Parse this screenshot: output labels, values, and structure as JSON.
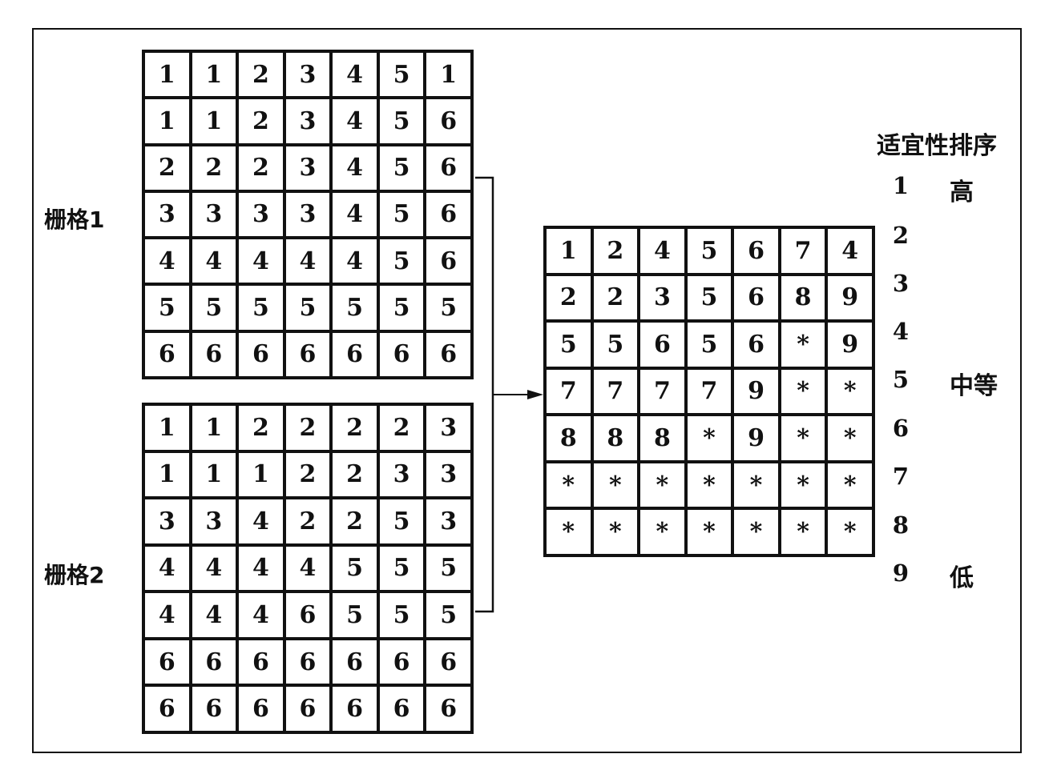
{
  "grid1": {
    "label": "栅格1",
    "rows": [
      [
        "1",
        "1",
        "2",
        "3",
        "4",
        "5",
        "1"
      ],
      [
        "1",
        "1",
        "2",
        "3",
        "4",
        "5",
        "6"
      ],
      [
        "2",
        "2",
        "2",
        "3",
        "4",
        "5",
        "6"
      ],
      [
        "3",
        "3",
        "3",
        "3",
        "4",
        "5",
        "6"
      ],
      [
        "4",
        "4",
        "4",
        "4",
        "4",
        "5",
        "6"
      ],
      [
        "5",
        "5",
        "5",
        "5",
        "5",
        "5",
        "5"
      ],
      [
        "6",
        "6",
        "6",
        "6",
        "6",
        "6",
        "6"
      ]
    ]
  },
  "grid2": {
    "label": "栅格2",
    "rows": [
      [
        "1",
        "1",
        "2",
        "2",
        "2",
        "2",
        "3"
      ],
      [
        "1",
        "1",
        "1",
        "2",
        "2",
        "3",
        "3"
      ],
      [
        "3",
        "3",
        "4",
        "2",
        "2",
        "5",
        "3"
      ],
      [
        "4",
        "4",
        "4",
        "4",
        "5",
        "5",
        "5"
      ],
      [
        "4",
        "4",
        "4",
        "6",
        "5",
        "5",
        "5"
      ],
      [
        "6",
        "6",
        "6",
        "6",
        "6",
        "6",
        "6"
      ],
      [
        "6",
        "6",
        "6",
        "6",
        "6",
        "6",
        "6"
      ]
    ]
  },
  "result": {
    "rows": [
      [
        "1",
        "2",
        "4",
        "5",
        "6",
        "7",
        "4"
      ],
      [
        "2",
        "2",
        "3",
        "5",
        "6",
        "8",
        "9"
      ],
      [
        "5",
        "5",
        "6",
        "5",
        "6",
        "*",
        "9"
      ],
      [
        "7",
        "7",
        "7",
        "7",
        "9",
        "*",
        "*"
      ],
      [
        "8",
        "8",
        "8",
        "*",
        "9",
        "*",
        "*"
      ],
      [
        "*",
        "*",
        "*",
        "*",
        "*",
        "*",
        "*"
      ],
      [
        "*",
        "*",
        "*",
        "*",
        "*",
        "*",
        "*"
      ]
    ]
  },
  "legend": {
    "title": "适宜性排序",
    "ranks": [
      "1",
      "2",
      "3",
      "4",
      "5",
      "6",
      "7",
      "8",
      "9"
    ],
    "high": "高",
    "medium": "中等",
    "low": "低"
  }
}
